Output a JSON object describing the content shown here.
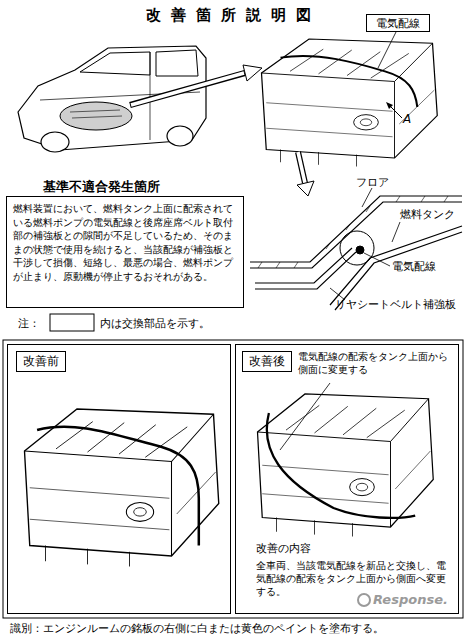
{
  "diagram": {
    "title": "改善箇所説明図",
    "nodes": [
      {
        "text": [
          "電気配線"
        ]
      },
      {
        "text": [
          "基準不適合発生箇所",
          "燃料装置において、燃料タンク上面に配索されている燃料ポンプの電気配線と後席座席ベルト取付部の補強板との隙間が不足しているため、そのままの状態で使用を続けると、当該配線が補強板と干渉して損傷、短絡し、最悪の場合、燃料ポンプが止まり、原動機が停止するおそれがある。"
        ]
      },
      {
        "text": [
          "改善前"
        ]
      },
      {
        "text": [
          "改善後",
          "電気配線の配索をタンク上面から側面に変更する",
          "改善の内容",
          "全車両、当該電気配線を新品と交換し、電気配線の配索をタンク上面から側面へ変更する。"
        ]
      }
    ],
    "labels": [
      "A",
      "フロア",
      "燃料タンク",
      "電気配線",
      "リヤシートベルト補強板",
      "注：",
      "内は交換部品を示す。",
      "Response.",
      "識別：エンジンルームの銘板の右側に白または黄色のペイントを塗布する。"
    ]
  }
}
